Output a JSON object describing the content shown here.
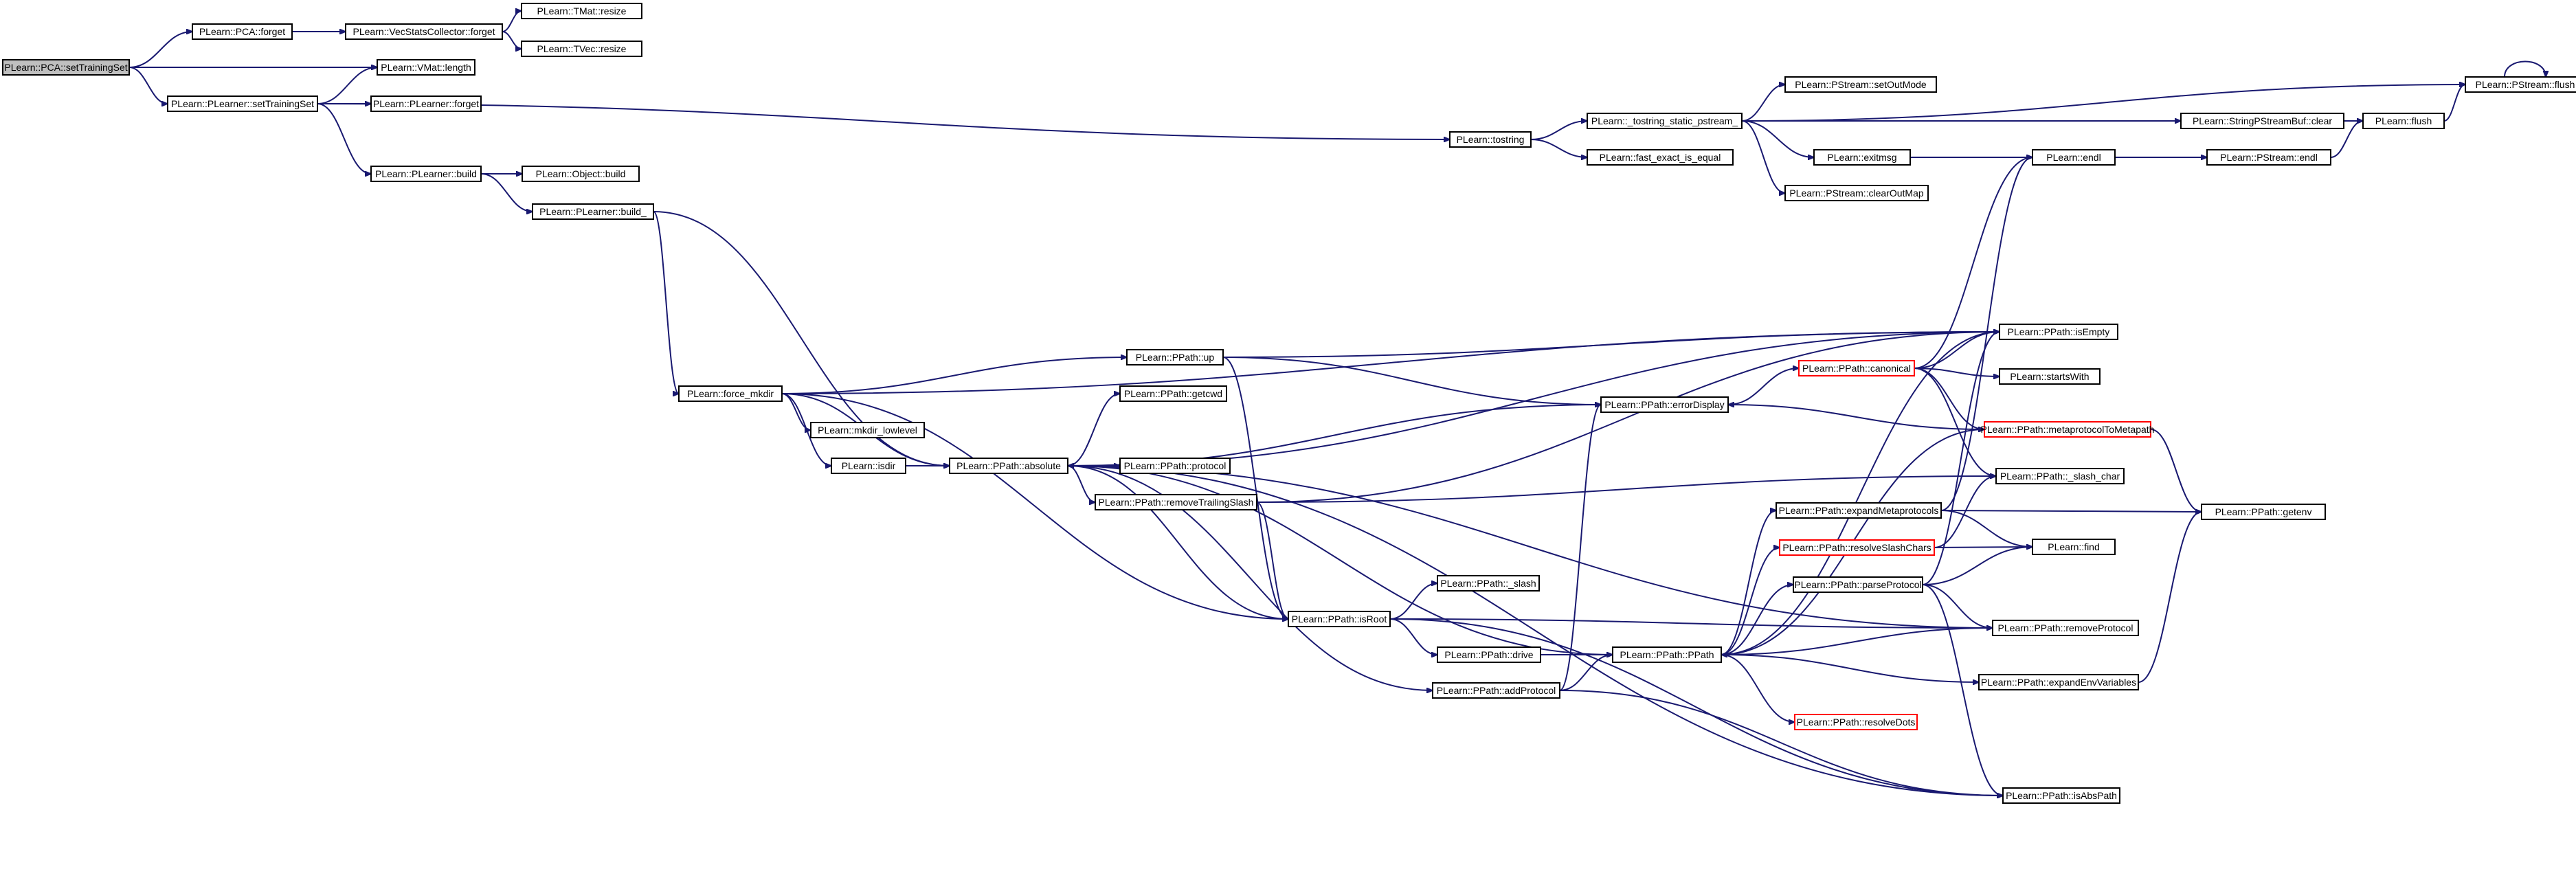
{
  "diagram": {
    "title": "",
    "colors": {
      "edge": "#191970",
      "root_fill": "#bfbfbf",
      "box_border": "#000000",
      "truncated_border": "#ff0000",
      "background": "#ffffff"
    },
    "nodes": [
      {
        "id": "pca_settrainingset",
        "label": "PLearn::PCA::setTrainingSet",
        "style": "root"
      },
      {
        "id": "pca_forget",
        "label": "PLearn::PCA::forget",
        "style": "normal"
      },
      {
        "id": "vsc_forget",
        "label": "PLearn::VecStatsCollector::forget",
        "style": "normal"
      },
      {
        "id": "tmat_resize",
        "label": "PLearn::TMat::resize",
        "style": "normal"
      },
      {
        "id": "tvec_resize",
        "label": "PLearn::TVec::resize",
        "style": "normal"
      },
      {
        "id": "vmat_length",
        "label": "PLearn::VMat::length",
        "style": "normal"
      },
      {
        "id": "plearner_settrainingset",
        "label": "PLearn::PLearner::setTrainingSet",
        "style": "normal"
      },
      {
        "id": "plearner_forget",
        "label": "PLearn::PLearner::forget",
        "style": "normal"
      },
      {
        "id": "plearner_build",
        "label": "PLearn::PLearner::build",
        "style": "normal"
      },
      {
        "id": "object_build",
        "label": "PLearn::Object::build",
        "style": "normal"
      },
      {
        "id": "plearner_build_",
        "label": "PLearn::PLearner::build_",
        "style": "normal"
      },
      {
        "id": "tostring",
        "label": "PLearn::tostring",
        "style": "normal"
      },
      {
        "id": "tostring_static",
        "label": "PLearn::_tostring_static_pstream_",
        "style": "normal"
      },
      {
        "id": "fast_exact",
        "label": "PLearn::fast_exact_is_equal",
        "style": "normal"
      },
      {
        "id": "setoutmode",
        "label": "PLearn::PStream::setOutMode",
        "style": "normal"
      },
      {
        "id": "exitmsg",
        "label": "PLearn::exitmsg",
        "style": "normal"
      },
      {
        "id": "clearoutmap",
        "label": "PLearn::PStream::clearOutMap",
        "style": "normal"
      },
      {
        "id": "spsbuf_clear",
        "label": "PLearn::StringPStreamBuf::clear",
        "style": "normal"
      },
      {
        "id": "pstream_flush",
        "label": "PLearn::PStream::flush",
        "style": "normal"
      },
      {
        "id": "flush",
        "label": "PLearn::flush",
        "style": "normal"
      },
      {
        "id": "endl",
        "label": "PLearn::endl",
        "style": "normal"
      },
      {
        "id": "pstream_endl",
        "label": "PLearn::PStream::endl",
        "style": "normal"
      },
      {
        "id": "force_mkdir",
        "label": "PLearn::force_mkdir",
        "style": "normal"
      },
      {
        "id": "mkdir_lowlevel",
        "label": "PLearn::mkdir_lowlevel",
        "style": "normal"
      },
      {
        "id": "isdir",
        "label": "PLearn::isdir",
        "style": "normal"
      },
      {
        "id": "absolute",
        "label": "PLearn::PPath::absolute",
        "style": "normal"
      },
      {
        "id": "up",
        "label": "PLearn::PPath::up",
        "style": "normal"
      },
      {
        "id": "getcwd",
        "label": "PLearn::PPath::getcwd",
        "style": "normal"
      },
      {
        "id": "protocol",
        "label": "PLearn::PPath::protocol",
        "style": "normal"
      },
      {
        "id": "removetrailingslash",
        "label": "PLearn::PPath::removeTrailingSlash",
        "style": "normal"
      },
      {
        "id": "slash",
        "label": "PLearn::PPath::_slash",
        "style": "normal"
      },
      {
        "id": "isroot",
        "label": "PLearn::PPath::isRoot",
        "style": "normal"
      },
      {
        "id": "drive",
        "label": "PLearn::PPath::drive",
        "style": "normal"
      },
      {
        "id": "addprotocol",
        "label": "PLearn::PPath::addProtocol",
        "style": "normal"
      },
      {
        "id": "errordisplay",
        "label": "PLearn::PPath::errorDisplay",
        "style": "normal"
      },
      {
        "id": "canonical",
        "label": "PLearn::PPath::canonical",
        "style": "truncated"
      },
      {
        "id": "expandmetaprotocols",
        "label": "PLearn::PPath::expandMetaprotocols",
        "style": "normal"
      },
      {
        "id": "resolveslashchars",
        "label": "PLearn::PPath::resolveSlashChars",
        "style": "truncated"
      },
      {
        "id": "parseprotocol",
        "label": "PLearn::PPath::parseProtocol",
        "style": "normal"
      },
      {
        "id": "ppath",
        "label": "PLearn::PPath::PPath",
        "style": "normal"
      },
      {
        "id": "resolvedots",
        "label": "PLearn::PPath::resolveDots",
        "style": "truncated"
      },
      {
        "id": "isempty",
        "label": "PLearn::PPath::isEmpty",
        "style": "normal"
      },
      {
        "id": "startswith",
        "label": "PLearn::startsWith",
        "style": "normal"
      },
      {
        "id": "metaprotocoltometapath",
        "label": "PLearn::PPath::metaprotocolToMetapath",
        "style": "truncated"
      },
      {
        "id": "slash_char",
        "label": "PLearn::PPath::_slash_char",
        "style": "normal"
      },
      {
        "id": "find",
        "label": "PLearn::find",
        "style": "normal"
      },
      {
        "id": "removeprotocol",
        "label": "PLearn::PPath::removeProtocol",
        "style": "normal"
      },
      {
        "id": "expandenvvariables",
        "label": "PLearn::PPath::expandEnvVariables",
        "style": "normal"
      },
      {
        "id": "isabspath",
        "label": "PLearn::PPath::isAbsPath",
        "style": "normal"
      },
      {
        "id": "getenv",
        "label": "PLearn::PPath::getenv",
        "style": "normal"
      }
    ],
    "edges": [
      [
        "pca_settrainingset",
        "pca_forget"
      ],
      [
        "pca_settrainingset",
        "vmat_length"
      ],
      [
        "pca_settrainingset",
        "plearner_settrainingset"
      ],
      [
        "pca_forget",
        "vsc_forget"
      ],
      [
        "vsc_forget",
        "tmat_resize"
      ],
      [
        "vsc_forget",
        "tvec_resize"
      ],
      [
        "plearner_settrainingset",
        "vmat_length"
      ],
      [
        "plearner_settrainingset",
        "plearner_forget"
      ],
      [
        "plearner_settrainingset",
        "plearner_build"
      ],
      [
        "plearner_settrainingset",
        "tostring"
      ],
      [
        "plearner_build",
        "object_build"
      ],
      [
        "plearner_build",
        "plearner_build_"
      ],
      [
        "plearner_build_",
        "force_mkdir"
      ],
      [
        "plearner_build_",
        "absolute"
      ],
      [
        "tostring",
        "tostring_static"
      ],
      [
        "tostring",
        "fast_exact"
      ],
      [
        "tostring_static",
        "setoutmode"
      ],
      [
        "tostring_static",
        "exitmsg"
      ],
      [
        "tostring_static",
        "clearoutmap"
      ],
      [
        "tostring_static",
        "spsbuf_clear"
      ],
      [
        "tostring_static",
        "pstream_flush"
      ],
      [
        "spsbuf_clear",
        "flush"
      ],
      [
        "flush",
        "pstream_flush"
      ],
      [
        "pstream_flush",
        "pstream_flush"
      ],
      [
        "exitmsg",
        "endl"
      ],
      [
        "endl",
        "pstream_endl"
      ],
      [
        "pstream_endl",
        "flush"
      ],
      [
        "force_mkdir",
        "up"
      ],
      [
        "force_mkdir",
        "mkdir_lowlevel"
      ],
      [
        "force_mkdir",
        "isdir"
      ],
      [
        "force_mkdir",
        "absolute"
      ],
      [
        "force_mkdir",
        "isroot"
      ],
      [
        "force_mkdir",
        "isempty"
      ],
      [
        "isdir",
        "absolute"
      ],
      [
        "absolute",
        "getcwd"
      ],
      [
        "absolute",
        "protocol"
      ],
      [
        "absolute",
        "removetrailingslash"
      ],
      [
        "absolute",
        "addprotocol"
      ],
      [
        "absolute",
        "isroot"
      ],
      [
        "absolute",
        "ppath"
      ],
      [
        "absolute",
        "isempty"
      ],
      [
        "absolute",
        "removeprotocol"
      ],
      [
        "absolute",
        "isabspath"
      ],
      [
        "up",
        "errordisplay"
      ],
      [
        "up",
        "isroot"
      ],
      [
        "up",
        "isempty"
      ],
      [
        "removetrailingslash",
        "isroot"
      ],
      [
        "removetrailingslash",
        "isempty"
      ],
      [
        "removetrailingslash",
        "slash_char"
      ],
      [
        "isroot",
        "slash"
      ],
      [
        "isroot",
        "drive"
      ],
      [
        "isroot",
        "removeprotocol"
      ],
      [
        "isroot",
        "isabspath"
      ],
      [
        "drive",
        "ppath"
      ],
      [
        "addprotocol",
        "ppath"
      ],
      [
        "addprotocol",
        "isabspath"
      ],
      [
        "addprotocol",
        "errordisplay"
      ],
      [
        "errordisplay",
        "canonical"
      ],
      [
        "errordisplay",
        "absolute"
      ],
      [
        "canonical",
        "isempty"
      ],
      [
        "canonical",
        "startswith"
      ],
      [
        "canonical",
        "metaprotocoltometapath"
      ],
      [
        "canonical",
        "slash_char"
      ],
      [
        "canonical",
        "endl"
      ],
      [
        "metaprotocoltometapath",
        "errordisplay"
      ],
      [
        "metaprotocoltometapath",
        "getenv"
      ],
      [
        "ppath",
        "expandmetaprotocols"
      ],
      [
        "ppath",
        "resolveslashchars"
      ],
      [
        "ppath",
        "parseprotocol"
      ],
      [
        "ppath",
        "expandenvvariables"
      ],
      [
        "ppath",
        "resolvedots"
      ],
      [
        "ppath",
        "isempty"
      ],
      [
        "ppath",
        "metaprotocoltometapath"
      ],
      [
        "expandmetaprotocols",
        "getenv"
      ],
      [
        "expandmetaprotocols",
        "find"
      ],
      [
        "expandmetaprotocols",
        "endl"
      ],
      [
        "resolveslashchars",
        "find"
      ],
      [
        "resolveslashchars",
        "slash_char"
      ],
      [
        "parseprotocol",
        "find"
      ],
      [
        "parseprotocol",
        "removeprotocol"
      ],
      [
        "parseprotocol",
        "isabspath"
      ],
      [
        "parseprotocol",
        "isempty"
      ],
      [
        "removeprotocol",
        "ppath"
      ],
      [
        "expandenvvariables",
        "getenv"
      ]
    ]
  }
}
